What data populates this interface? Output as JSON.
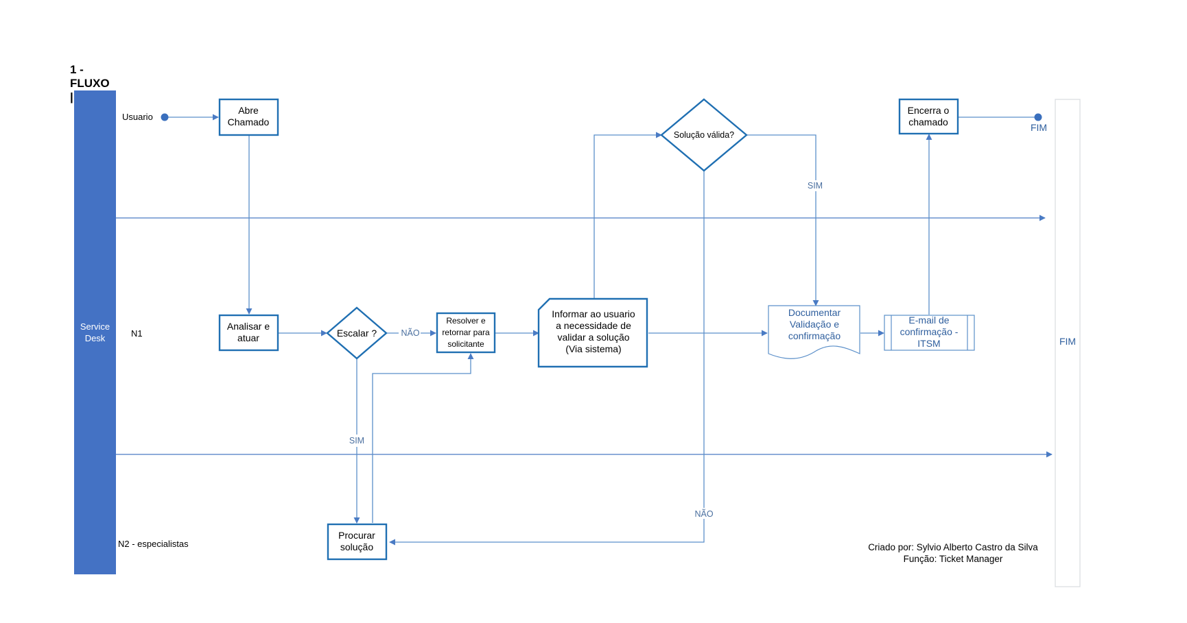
{
  "title": "1 -FLUXO | N1",
  "pool_label": [
    "Service",
    "Desk"
  ],
  "lanes": {
    "usuario": "Usuario",
    "n1": "N1",
    "n2": "N2 - especialistas"
  },
  "nodes": {
    "abre": [
      "Abre",
      "Chamado"
    ],
    "analisar": [
      "Analisar e",
      "atuar"
    ],
    "escalar": [
      "Escalar ?"
    ],
    "resolver": [
      "Resolver e",
      "retornar para",
      "solicitante"
    ],
    "informar": [
      "Informar ao usuario",
      "a necessidade de",
      "validar a solução",
      "(Via sistema)"
    ],
    "solucao_valida": [
      "Solução válida?"
    ],
    "documentar": [
      "Documentar",
      "Validação e",
      "confirmação"
    ],
    "email": [
      "E-mail de",
      "confirmação -",
      "ITSM"
    ],
    "encerra": [
      "Encerra o",
      "chamado"
    ],
    "procurar": [
      "Procurar",
      "solução"
    ]
  },
  "edge_labels": {
    "escalar_nao": "NÃO",
    "escalar_sim": "SIM",
    "valida_sim": "SIM",
    "valida_nao": "NÃO"
  },
  "end_label": "FIM",
  "end_bar_label": "FIM",
  "credits": [
    "Criado por: Sylvio Alberto Castro da Silva",
    "Função: Ticket Manager"
  ],
  "colors": {
    "pool": "#4472c4",
    "border": "#1f6fb2",
    "line": "#5b8fc9"
  }
}
